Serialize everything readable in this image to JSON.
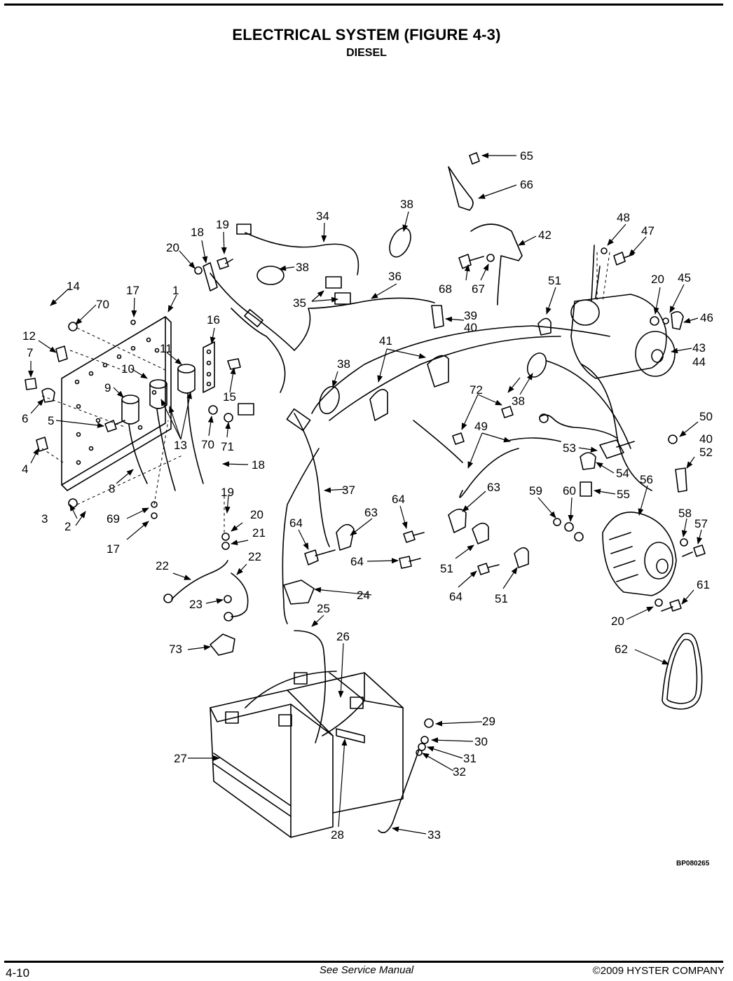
{
  "page": {
    "title": "ELECTRICAL SYSTEM (FIGURE 4-3)",
    "subtitle": "DIESEL",
    "drawing_id": "BP080265"
  },
  "footer": {
    "page_number": "4-10",
    "note": "See Service Manual",
    "copyright": "©2009 HYSTER COMPANY"
  },
  "callouts": {
    "c1": "1",
    "c2": "2",
    "c3": "3",
    "c4": "4",
    "c5": "5",
    "c6": "6",
    "c7": "7",
    "c8": "8",
    "c9": "9",
    "c10": "10",
    "c11": "11",
    "c12": "12",
    "c13": "13",
    "c14": "14",
    "c15": "15",
    "c16": "16",
    "c17": "17",
    "c17b": "17",
    "c18": "18",
    "c18b": "18",
    "c19": "19",
    "c19b": "19",
    "c20": "20",
    "c20b": "20",
    "c20c": "20",
    "c20d": "20",
    "c21": "21",
    "c22": "22",
    "c22b": "22",
    "c23": "23",
    "c24": "24",
    "c25": "25",
    "c26": "26",
    "c27": "27",
    "c28": "28",
    "c29": "29",
    "c30": "30",
    "c31": "31",
    "c32": "32",
    "c33": "33",
    "c34": "34",
    "c35": "35",
    "c36": "36",
    "c37": "37",
    "c38a": "38",
    "c38b": "38",
    "c38c": "38",
    "c38d": "38",
    "c39": "39",
    "c40": "40",
    "c40b": "40",
    "c41": "41",
    "c42": "42",
    "c43": "43",
    "c44": "44",
    "c45": "45",
    "c46": "46",
    "c47": "47",
    "c48": "48",
    "c49": "49",
    "c50": "50",
    "c51a": "51",
    "c51b": "51",
    "c51c": "51",
    "c52": "52",
    "c53": "53",
    "c54": "54",
    "c55": "55",
    "c56": "56",
    "c57": "57",
    "c58": "58",
    "c59": "59",
    "c60": "60",
    "c61": "61",
    "c62": "62",
    "c63a": "63",
    "c63b": "63",
    "c64a": "64",
    "c64b": "64",
    "c64c": "64",
    "c64d": "64",
    "c65": "65",
    "c66": "66",
    "c67": "67",
    "c68": "68",
    "c69": "69",
    "c70": "70",
    "c70b": "70",
    "c71": "71",
    "c72": "72",
    "c73": "73"
  }
}
